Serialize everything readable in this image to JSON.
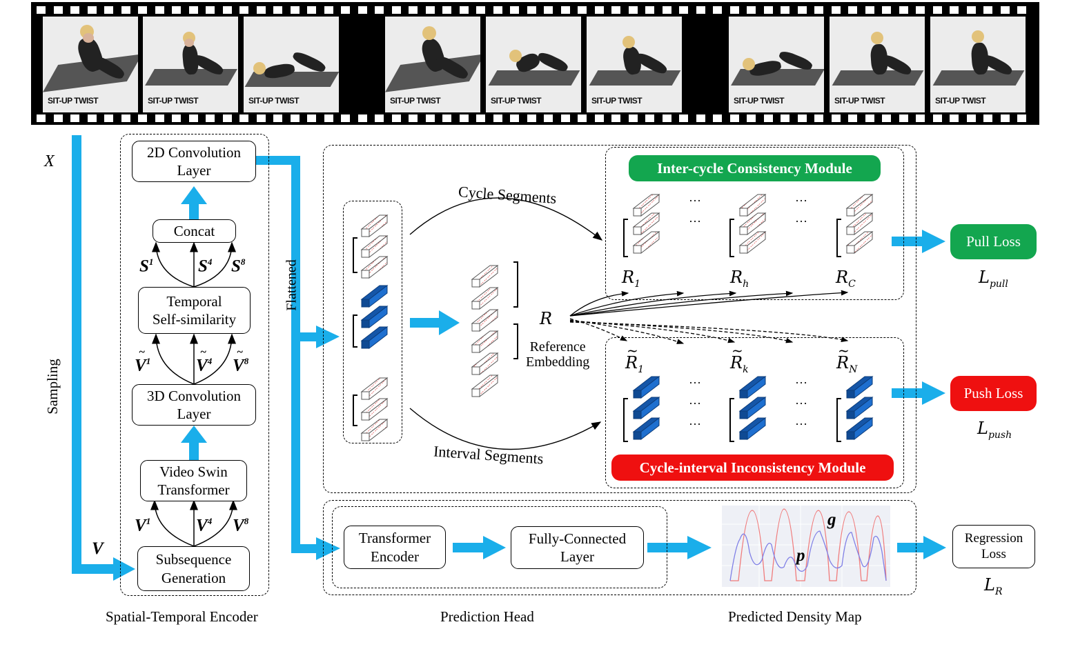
{
  "film": {
    "frame_caption": "SIT-UP TWIST",
    "ellipsis": "…",
    "frames": [
      "frame-1",
      "frame-2",
      "frame-3",
      "frame-4",
      "frame-5",
      "frame-6",
      "frame-7",
      "frame-8",
      "frame-9"
    ]
  },
  "labels": {
    "x_input": "X",
    "sampling": "Sampling",
    "v_input": "V",
    "flattened": "Flattened"
  },
  "encoder": {
    "section_title": "Spatial-Temporal Encoder",
    "conv2d": "2D Convolution\nLayer",
    "concat": "Concat",
    "tss": "Temporal\nSelf-similarity",
    "conv3d": "3D Convolution\nLayer",
    "swin": "Video Swin\nTransformer",
    "subseq": "Subsequence\nGeneration",
    "s_labels": [
      "S",
      "S",
      "S"
    ],
    "s_sups": [
      "1",
      "4",
      "8"
    ],
    "vt_labels": [
      "V",
      "V",
      "V"
    ],
    "vt_sups": [
      "1",
      "4",
      "8"
    ],
    "v_labels": [
      "V",
      "V",
      "V"
    ],
    "v_sups": [
      "1",
      "4",
      "8"
    ]
  },
  "modules": {
    "cycle_segments": "Cycle Segments",
    "interval_segments": "Interval Segments",
    "reference_symbol": "R",
    "reference_embedding": "Reference\nEmbedding",
    "inter_cycle": "Inter-cycle Consistency Module",
    "cycle_interval": "Cycle-interval Inconsistency Module",
    "r_subs": [
      "1",
      "h",
      "C"
    ],
    "rt_subs": [
      "1",
      "k",
      "N"
    ]
  },
  "losses": {
    "pull": "Pull Loss",
    "pull_symbol": "pull",
    "push": "Push Loss",
    "push_symbol": "push",
    "regression": "Regression\nLoss",
    "regression_symbol": "R",
    "loss_letter": "L"
  },
  "prediction": {
    "transformer_encoder": "Transformer\nEncoder",
    "fc_layer": "Fully-Connected\nLayer",
    "section_title": "Prediction Head",
    "density_title": "Predicted Density Map",
    "p_label": "p",
    "g_label": "g"
  },
  "colors": {
    "arrow_blue": "#1aaeea",
    "green": "#13a64f",
    "red": "#ef1010",
    "dark_blue": "#1556a8",
    "hatch_red": "#e23a3a"
  }
}
